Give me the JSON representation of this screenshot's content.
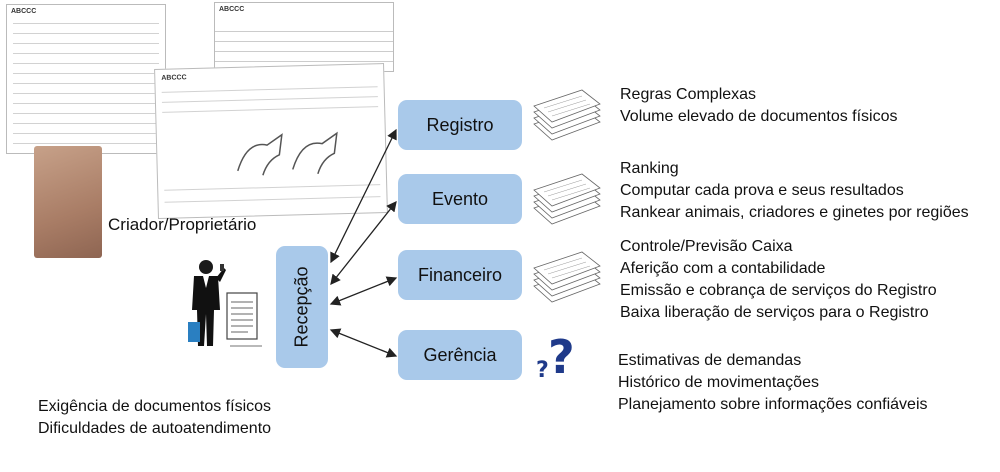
{
  "boxes": {
    "registro": "Registro",
    "evento": "Evento",
    "financeiro": "Financeiro",
    "gerencia": "Gerência",
    "recepcao": "Recepção"
  },
  "creator_label": "Criador/Proprietário",
  "bottom_left": [
    "Exigência de documentos físicos",
    "Dificuldades de autoatendimento"
  ],
  "registro_notes": [
    "Regras Complexas",
    "Volume elevado de documentos físicos"
  ],
  "evento_notes": [
    "Ranking",
    "Computar cada prova e seus resultados",
    "Rankear animais, criadores e ginetes por regiões"
  ],
  "financeiro_notes": [
    "Controle/Previsão Caixa",
    "Aferição com a contabilidade",
    "Emissão e cobrança de serviços do Registro",
    "Baixa liberação de serviços para o Registro"
  ],
  "gerencia_notes": [
    "Estimativas de demandas",
    "Histórico de movimentações",
    "Planejamento sobre informações confiáveis"
  ],
  "doc_logo": "ABCCC",
  "colors": {
    "box_fill": "#a9c9ea",
    "question_mark": "#1f3a8a"
  },
  "icons": [
    "document-stack-icon",
    "question-mark-icon",
    "businessman-on-phone-icon",
    "paper-form-icon"
  ]
}
